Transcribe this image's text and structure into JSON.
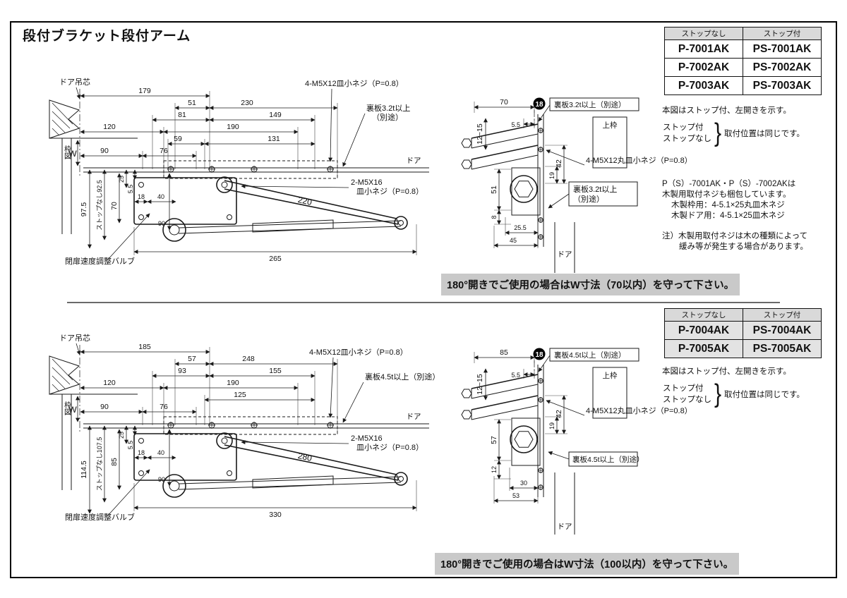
{
  "title": "段付ブラケット段付アーム",
  "colors": {
    "warning_bg": "#c9c9c9",
    "table_header_bg": "#d9d9d9",
    "bottom_table_cell_bg": "#e3e3e3",
    "line": "#1a1a1a"
  },
  "top": {
    "table": {
      "headers": [
        "ストップなし",
        "ストップ付"
      ],
      "rows": [
        [
          "P-7001AK",
          "PS-7001AK"
        ],
        [
          "P-7002AK",
          "PS-7002AK"
        ],
        [
          "P-7003AK",
          "PS-7003AK"
        ]
      ]
    },
    "figure_note": "本図はストップ付、左開きを示す。",
    "stop_with": "ストップ付",
    "stop_without": "ストップなし",
    "brace": "}",
    "position_note": "取付位置は同じです。",
    "wood_lines": [
      "P（S）-7001AK・P（S）-7002AKは",
      "木製用取付ネジも梱包しています。",
      "木製枠用：4-5.1×25丸皿木ネジ",
      "木製ドア用：4-5.1×25皿木ネジ"
    ],
    "caution_lines": [
      "注）木製用取付ネジは木の種類によって",
      "緩み等が発生する場合があります。"
    ],
    "warning": "180°開きでご使用の場合はW寸法（70以内）を守って下さい。",
    "side": {
      "door_pivot": "ドア吊芯",
      "frame": "枠図",
      "w": "W",
      "door": "ドア",
      "screw_top": "4-M5X12皿小ネジ（P=0.8）",
      "plate1": "裏板3.2t以上",
      "plate2": "（別途）",
      "screw_mid1": "2-M5X16",
      "screw_mid2": "皿小ネジ（P=0.8）",
      "valve": "閉扉速度調整バルブ",
      "h_total": "97.5",
      "h_stopless": "ストップなし92.5",
      "arm_len": "220",
      "total_len": "265",
      "r1": "179",
      "r2a": "51",
      "r2b": "230",
      "r3a": "81",
      "r3b": "149",
      "r4a": "120",
      "r4b": "190",
      "r5a": "59",
      "r5b": "131",
      "r6a": "90",
      "r6b": "76",
      "v1": "25",
      "v2": "5.5",
      "v3": "18",
      "v4": "40",
      "v5": "70",
      "v6": "90"
    },
    "sect": {
      "badge": "18",
      "w_top": "70",
      "off": "5.5",
      "range": "12~15",
      "plate_top": "裏板3.2t以上（別途）",
      "frame": "上枠",
      "screw": "4-M5X12丸皿小ネジ（P=0.8）",
      "d42": "42",
      "d19": "19",
      "dl1": "51",
      "dl2": "8",
      "plate_mid1": "裏板3.2t以上",
      "plate_mid2": "（別途）",
      "b1": "25.5",
      "b2": "45",
      "door": "ドア"
    }
  },
  "bottom": {
    "table": {
      "headers": [
        "ストップなし",
        "ストップ付"
      ],
      "rows": [
        [
          "P-7004AK",
          "PS-7004AK"
        ],
        [
          "P-7005AK",
          "PS-7005AK"
        ]
      ]
    },
    "figure_note": "本図はストップ付、左開きを示す。",
    "stop_with": "ストップ付",
    "stop_without": "ストップなし",
    "brace": "}",
    "position_note": "取付位置は同じです。",
    "warning": "180°開きでご使用の場合はW寸法（100以内）を守って下さい。",
    "side": {
      "door_pivot": "ドア吊芯",
      "frame": "枠図",
      "w": "W",
      "door": "ドア",
      "screw_top": "4-M5X12皿小ネジ（P=0.8）",
      "plate1": "裏板4.5t以上（別途）",
      "screw_mid1": "2-M5X16",
      "screw_mid2": "皿小ネジ（P=0.8）",
      "valve": "閉扉速度調整バルブ",
      "h_total": "114.5",
      "h_stopless": "ストップなし107.5",
      "arm_len": "280",
      "total_len": "330",
      "r1": "185",
      "r2a": "57",
      "r2b": "248",
      "r3a": "93",
      "r3b": "155",
      "r4a": "120",
      "r4b": "190",
      "r5a": "125",
      "r6a": "90",
      "r6b": "76",
      "v1": "25",
      "v2": "5.5",
      "v3": "18",
      "v4": "40",
      "v5": "85",
      "v6": "90"
    },
    "sect": {
      "badge": "18",
      "w_top": "85",
      "off": "5.5",
      "range": "12~15",
      "plate_top": "裏板4.5t以上（別途）",
      "frame": "上枠",
      "screw": "4-M5X12丸皿小ネジ（P=0.8）",
      "d42": "42",
      "d19": "19",
      "dl1": "57",
      "dl2": "12",
      "plate_mid1": "裏板4.5t以上（別途）",
      "b1": "30",
      "b2": "53",
      "door": "ドア"
    }
  }
}
